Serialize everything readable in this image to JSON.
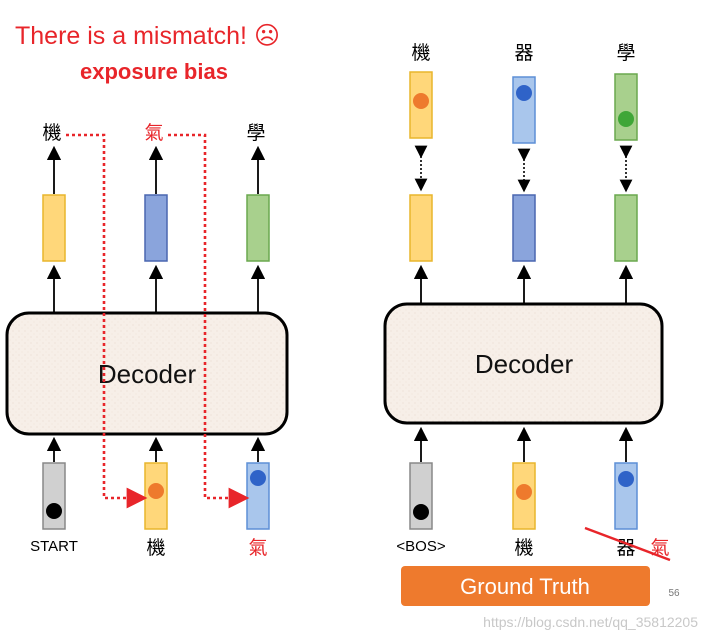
{
  "left": {
    "title": "There is a mismatch! ☹",
    "subtitle": "exposure bias",
    "decoder_label": "Decoder",
    "outputs": [
      "機",
      "氣",
      "學"
    ],
    "inputs": [
      "START",
      "機",
      "氣"
    ]
  },
  "right": {
    "decoder_label": "Decoder",
    "outputs": [
      "機",
      "器",
      "學"
    ],
    "inputs": [
      "<BOS>",
      "機",
      "器"
    ],
    "struck_input": "氣",
    "ground_truth_label": "Ground Truth"
  },
  "page_number": "56",
  "watermark": "https://blog.csdn.net/qq_35812205",
  "colors": {
    "title_red": "#e8252a",
    "yellow_fill": "#ffd77a",
    "yellow_stroke": "#e8b52c",
    "blue_fill": "#8aa4dc",
    "blue_stroke": "#4a66b0",
    "green_fill": "#a8d08d",
    "green_stroke": "#6aa84f",
    "light_blue_fill": "#a9c6ec",
    "light_blue_stroke": "#5d8fd6",
    "gray_fill": "#d0d0d0",
    "gray_stroke": "#888888",
    "decoder_fill": "#f7efe8",
    "orange_dot": "#ee7a2d",
    "blue_dot": "#2f63c8",
    "green_dot": "#3fa637",
    "ground_truth_bg": "#ee7a2d"
  }
}
